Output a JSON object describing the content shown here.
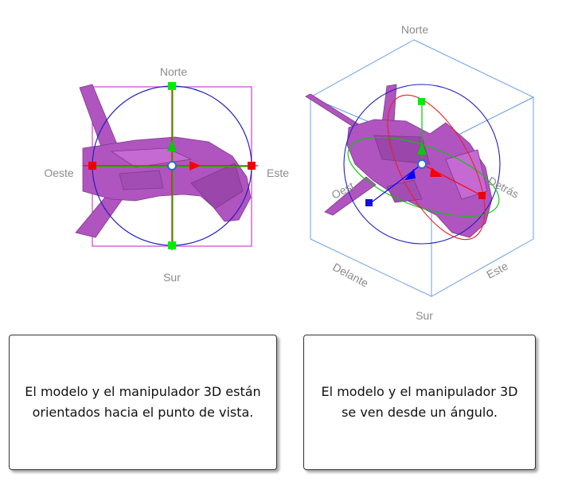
{
  "left_view": {
    "labels": {
      "north": "Norte",
      "south": "Sur",
      "west": "Oeste",
      "east": "Este"
    }
  },
  "right_view": {
    "labels": {
      "north": "Norte",
      "south": "Sur",
      "east": "Este",
      "front": "Delante",
      "back": "Detrás",
      "west": "Oest"
    }
  },
  "captions": {
    "left": "El modelo y el manipulador 3D están orientados hacia el punto de vista.",
    "right": "El modelo y el manipulador 3D se ven desde un ángulo."
  },
  "colors": {
    "model": "#b054c0",
    "model_shadow": "#7d3a8a",
    "bbox": "#d040d0",
    "x_axis": "#ff0000",
    "y_axis": "#00cc00",
    "z_axis": "#0000ff",
    "ring_z": "#2020c0",
    "cube": "#6ea0e8",
    "label_gray": "#8c8c8c"
  }
}
